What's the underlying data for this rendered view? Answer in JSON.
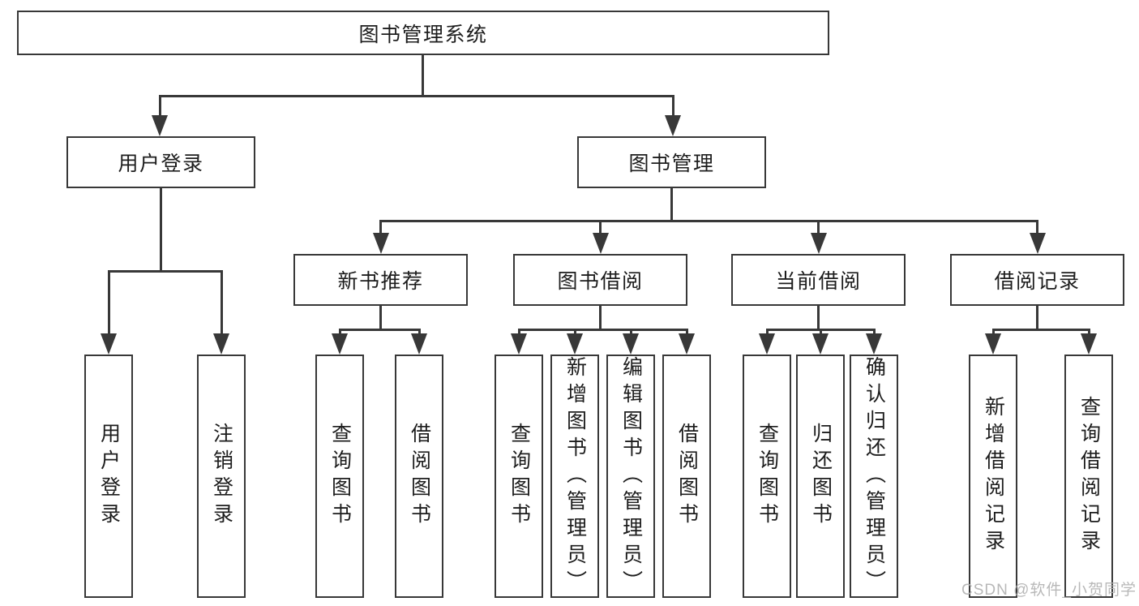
{
  "tree": {
    "root": {
      "label": "图书管理系统"
    },
    "level2": [
      {
        "label": "用户登录",
        "children": [
          {
            "label": "用户登录"
          },
          {
            "label": "注销登录"
          }
        ]
      },
      {
        "label": "图书管理",
        "children": [
          {
            "label": "新书推荐",
            "children": [
              {
                "label": "查询图书"
              },
              {
                "label": "借阅图书"
              }
            ]
          },
          {
            "label": "图书借阅",
            "children": [
              {
                "label": "查询图书"
              },
              {
                "label": "新增图书（管理员）"
              },
              {
                "label": "编辑图书（管理员）"
              },
              {
                "label": "借阅图书"
              }
            ]
          },
          {
            "label": "当前借阅",
            "children": [
              {
                "label": "查询图书"
              },
              {
                "label": "归还图书"
              },
              {
                "label": "确认归还（管理员）"
              }
            ]
          },
          {
            "label": "借阅记录",
            "children": [
              {
                "label": "新增借阅记录"
              },
              {
                "label": "查询借阅记录"
              }
            ]
          }
        ]
      }
    ]
  },
  "watermark": {
    "text": "CSDN @软件_小贺同学"
  },
  "colors": {
    "line": "#383838",
    "box_border": "#383838",
    "text": "#1d1d1d",
    "background": "#ffffff",
    "watermark": "#b2b2b2"
  }
}
